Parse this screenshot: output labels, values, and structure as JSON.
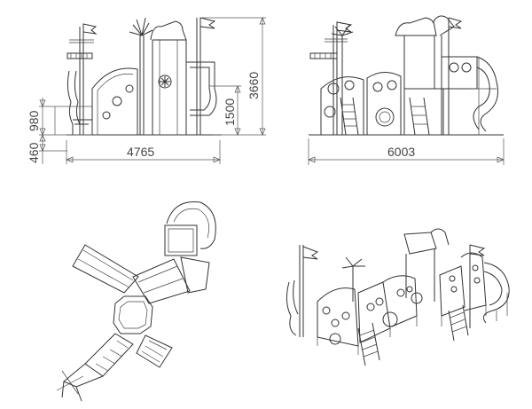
{
  "drawing": {
    "side_view_left": {
      "dim_overall_height": "3660",
      "dim_platform_1500": "1500",
      "dim_platform_980": "980",
      "dim_platform_460": "460",
      "dim_width": "4765"
    },
    "side_view_right": {
      "dim_width": "6003"
    }
  },
  "colors": {
    "line": "#333333",
    "dimension": "#555555",
    "background": "#ffffff"
  }
}
